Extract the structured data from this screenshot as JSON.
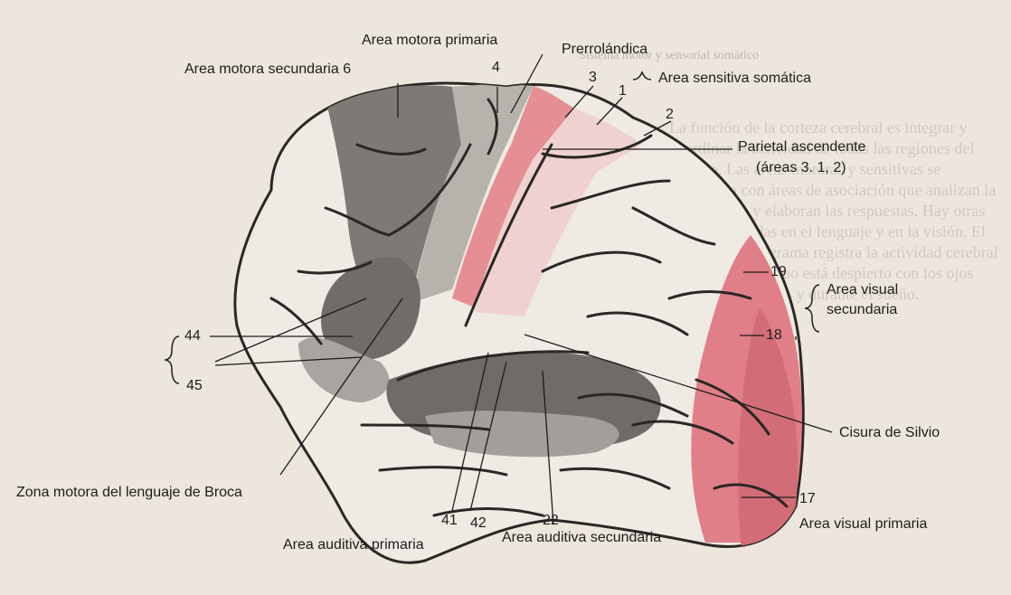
{
  "header_bleed": "Sistema motor y sensorial somático",
  "background_text": "La función de la corteza cerebral es integrar y coordinar la actividad de todas las regiones del cerebro. Las áreas motoras y sensitivas se relacionan con áreas de asociación que analizan la información y elaboran las respuestas. Hay otras áreas implicadas en el lenguaje y en la visión. El electroencefalograma registra la actividad cerebral cuando el individuo está despierto con los ojos abiertos o cerrados y durante el sueño.",
  "labels": {
    "area_motora_primaria": "Area motora primaria",
    "area_motora_secundaria": "Area motora secundaria 6",
    "n4": "4",
    "prerrolandica": "Prerrolándica",
    "n3": "3",
    "area_sensitiva_somatica": "Area sensitiva somática",
    "n1": "1",
    "n2": "2",
    "parietal_ascendente": "Parietal ascendente",
    "areas_3_1_2": "(áreas 3. 1, 2)",
    "n44": "44",
    "n45": "45",
    "n19": "19",
    "area_visual_secundaria_1": "Area visual",
    "area_visual_secundaria_2": "secundaria",
    "n18": "18",
    "cisura_silvio": "Cisura de Silvio",
    "zona_broca": "Zona motora del lenguaje de Broca",
    "n17": "17",
    "area_visual_primaria": "Area visual primaria",
    "n41": "41",
    "n42": "42",
    "n22": "22",
    "area_auditiva_primaria": "Area auditiva primaria",
    "area_auditiva_secundaria": "Area auditiva secundaria"
  },
  "colors": {
    "page": "#ece6dd",
    "brain_outline": "#2a2724",
    "brain_fill": "#efeae3",
    "motor_dark": "#7d7a76",
    "motor_light": "#b6b2ac",
    "sensory_pink": "#e58f95",
    "visual_pink": "#e07f88",
    "temporal_dark": "#6e6b68",
    "broca_gray": "#8e8a85"
  }
}
